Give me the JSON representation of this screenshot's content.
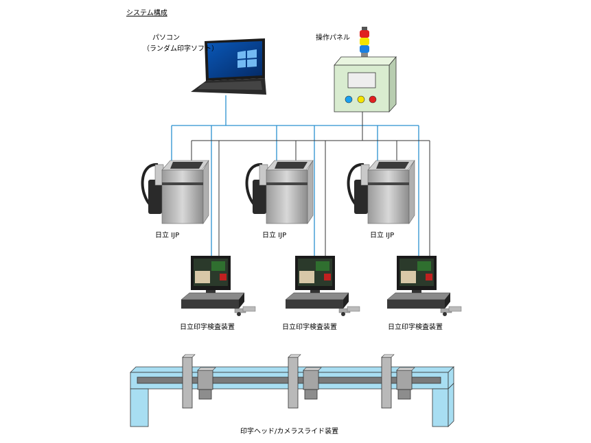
{
  "title": "システム構成",
  "pc": {
    "label_line1": "パソコン",
    "label_line2": "（ランダム印字ソフト）"
  },
  "operation_panel": {
    "label": "操作パネル",
    "lamp_colors": [
      "#e02020",
      "#f5e400",
      "#1a7fe0"
    ],
    "button_colors": [
      "#1aa0f0",
      "#f5e400",
      "#e02020"
    ]
  },
  "ijp": {
    "labels": [
      "日立 IJP",
      "日立 IJP",
      "日立 IJP"
    ]
  },
  "inspection": {
    "labels": [
      "日立印字検査装置",
      "日立印字検査装置",
      "日立印字検査装置"
    ]
  },
  "rail": {
    "label": "印字ヘッド/カメラスライド装置",
    "frame_color": "#a8def2"
  },
  "line_colors": {
    "network": "#2a90d0",
    "control": "#333333"
  }
}
